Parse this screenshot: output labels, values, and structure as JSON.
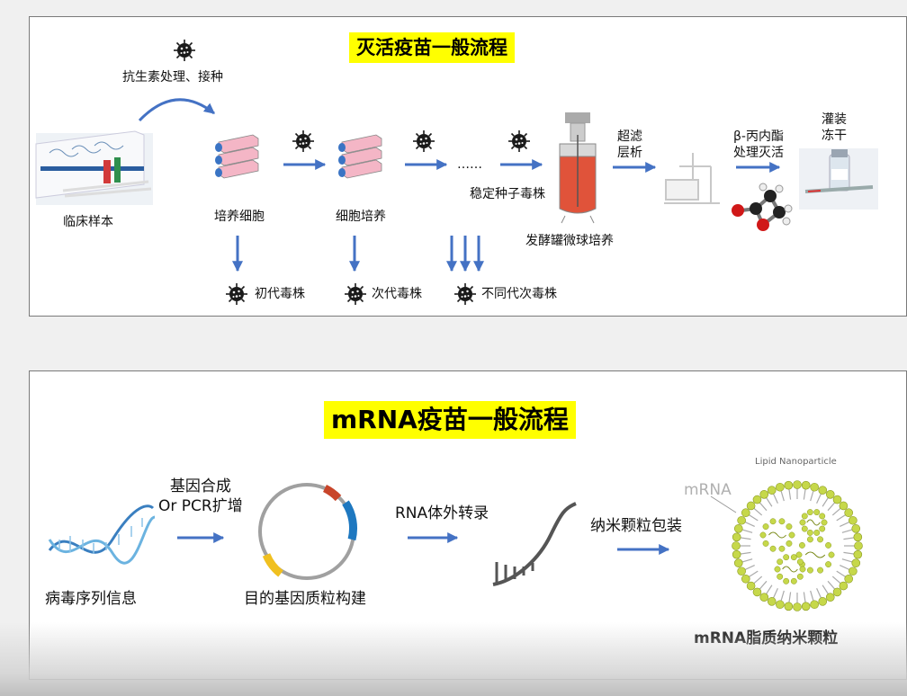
{
  "top": {
    "title": "灭活疫苗一般流程",
    "labels": {
      "antibiotic": "抗生素处理、接种",
      "clinical_sample": "临床样本",
      "culture_cells": "培养细胞",
      "cell_culture": "细胞培养",
      "ellipsis": "……",
      "stable_seed": "稳定种子毒株",
      "fermenter": "发酵罐微球培养",
      "ultrafiltration": "超滤\n层析",
      "inactivation": "β-丙内酯\n处理灭活",
      "filling": "灌装\n冻干",
      "first_gen": "初代毒株",
      "second_gen": "次代毒株",
      "diff_gen": "不同代次毒株"
    }
  },
  "bottom": {
    "title": "mRNA疫苗一般流程",
    "labels": {
      "gene_synthesis": "基因合成\nOr PCR扩增",
      "virus_sequence": "病毒序列信息",
      "plasmid": "目的基因质粒构建",
      "transcription": "RNA体外转录",
      "packaging": "纳米颗粒包装",
      "mrna_tag": "mRNA",
      "lnp_tag": "Lipid Nanoparticle",
      "lnp": "mRNA脂质纳米颗粒"
    }
  },
  "colors": {
    "arrow": "#4472c4",
    "title_bg": "#ffff00",
    "flask": "#f4b6c6",
    "lipid_head": "#c6d84a"
  }
}
